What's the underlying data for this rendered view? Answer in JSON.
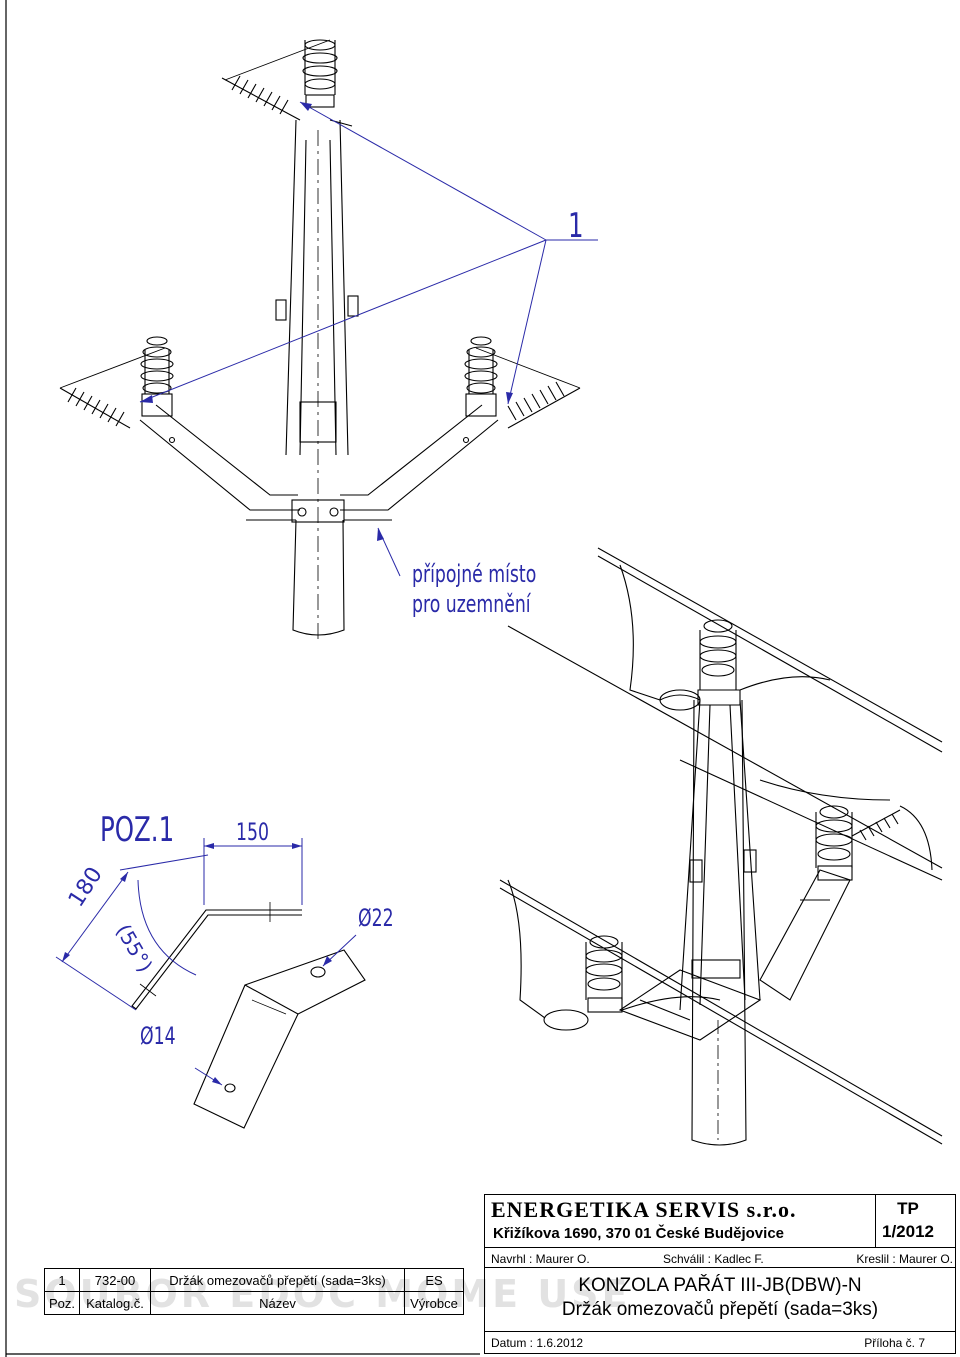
{
  "labels": {
    "callout_number": "1",
    "connection_point_line1": "přípojné místo",
    "connection_point_line2": "pro uzemnění",
    "detail_title": "POZ.1",
    "dim_length": "150",
    "dim_height": "180",
    "dim_angle": "(55°)",
    "dim_hole_large": "Ø22",
    "dim_hole_small": "Ø14"
  },
  "parts_table": {
    "rows": [
      {
        "pos": "1",
        "catalog": "732-00",
        "name": "Držák omezovačů přepětí (sada=3ks)",
        "maker": "ES"
      }
    ],
    "header": {
      "pos": "Poz.",
      "catalog": "Katalog.č.",
      "name": "Název",
      "maker": "Výrobce"
    }
  },
  "watermark": "SOUBOR EDOC MOME USE",
  "title_block": {
    "company": "ENERGETIKA SERVIS s.r.o.",
    "address": "Křižíkova 1690, 370 01 České Budějovice",
    "doc_type": "TP",
    "doc_number": "1/2012",
    "designed_by": "Navrhl : Maurer O.",
    "approved_by": "Schválil : Kadlec F.",
    "drawn_by": "Kreslil  : Maurer O.",
    "title": "KONZOLA PAŘÁT III-JB(DBW)-N",
    "subtitle": "Držák omezovačů přepětí (sada=3ks)",
    "date": "Datum : 1.6.2012",
    "attachment": "Příloha č. 7"
  },
  "colors": {
    "annotation": "#2a2aa8",
    "line": "#000000"
  }
}
